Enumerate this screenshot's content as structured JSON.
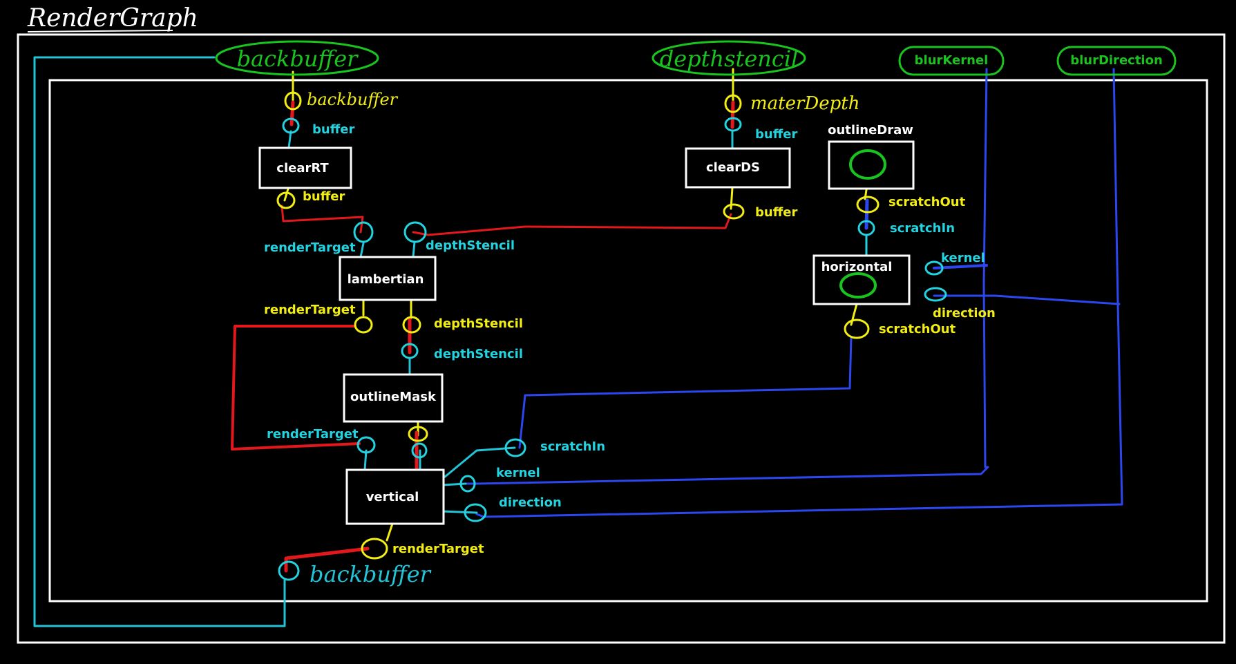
{
  "title": "RenderGraph",
  "colors": {
    "background": "#000000",
    "frame": "#ffffff",
    "resource": "#19c41f",
    "input_pin": "#22d3e0",
    "output_pin": "#f2ee13",
    "link_red": "#e3181c",
    "link_blue": "#2c46f0",
    "link_cyan": "#22c5d8",
    "node_text": "#ffffff"
  },
  "resources": {
    "backbuffer": "backbuffer",
    "depthstencil": "depthstencil",
    "blurKernel": "blurKernel",
    "blurDirection": "blurDirection"
  },
  "graph_inputs": {
    "backbuffer": "backbuffer",
    "depth": "materDepth"
  },
  "graph_output": "backbuffer",
  "nodes": {
    "clearRT": {
      "name": "clearRT",
      "in": "buffer",
      "out": "buffer"
    },
    "clearDS": {
      "name": "clearDS",
      "in": "buffer",
      "out": "buffer"
    },
    "lambertian": {
      "name": "lambertian",
      "in_rt": "renderTarget",
      "in_ds": "depthStencil",
      "out_rt": "renderTarget",
      "out_ds": "depthStencil"
    },
    "outlineMask": {
      "name": "outlineMask",
      "in_ds": "depthStencil"
    },
    "outlineDraw": {
      "name": "outlineDraw",
      "out": "scratchOut"
    },
    "horizontal": {
      "name": "horizontal",
      "in": "scratchIn",
      "kernel": "kernel",
      "direction": "direction",
      "out": "scratchOut"
    },
    "vertical": {
      "name": "vertical",
      "in_rt": "renderTarget",
      "in_scratch": "scratchIn",
      "kernel": "kernel",
      "direction": "direction",
      "out": "renderTarget"
    }
  }
}
